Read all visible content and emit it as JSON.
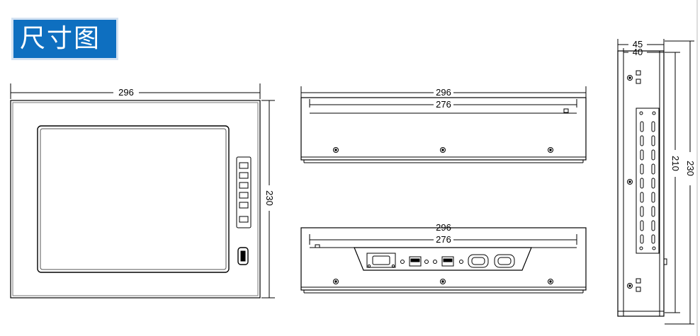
{
  "title": "尺寸图",
  "front": {
    "width": "296",
    "height": "230"
  },
  "top": {
    "width": "296",
    "inner": "276"
  },
  "bottom": {
    "width": "296",
    "inner": "276"
  },
  "side": {
    "depth": "45",
    "inner_depth": "40",
    "height": "230",
    "inner_height": "210"
  },
  "colors": {
    "title_bg": "#0e6fc0",
    "line": "#000000"
  }
}
